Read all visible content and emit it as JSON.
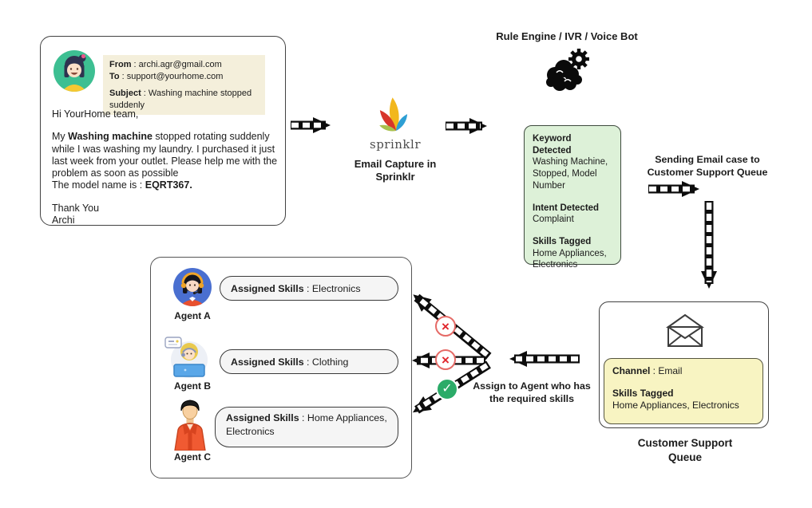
{
  "sep": " : ",
  "icons": {
    "x_badge": "×",
    "check_badge": "✓"
  },
  "colors": {
    "accent_red": "#e0262c",
    "accent_green": "#2bab68",
    "analysis_bg": "#ddf1d8",
    "queue_panel_bg": "#f8f4c2",
    "email_header_bg": "#f4efdb",
    "sprinklr_red": "#d7352b",
    "sprinklr_yellow": "#f2b71d",
    "sprinklr_green": "#a9c14e",
    "sprinklr_blue": "#2e9fd4"
  },
  "email_card": {
    "header": {
      "from_label": "From",
      "from_value": "archi.agr@gmail.com",
      "to_label": "To",
      "to_value": "support@yourhome.com",
      "subject_label": "Subject",
      "subject_value": "Washing machine stopped suddenly"
    },
    "body": {
      "greeting": "Hi YourHome team,",
      "p1_pre": "My ",
      "p1_bold": "Washing machine",
      "p1_post": " stopped rotating suddenly while I was washing my laundry. I purchased it just last week from your outlet. Please help me with the problem as soon as possible",
      "model_pre": "The model name is",
      "model_bold": "EQRT367.",
      "closing_1": "Thank You",
      "closing_2": "Archi"
    }
  },
  "sprinklr": {
    "wordmark": "sprinklr",
    "caption": "Email Capture in Sprinklr"
  },
  "rule_engine": {
    "title": "Rule Engine / IVR / Voice Bot"
  },
  "analysis_box": {
    "keyword_title": "Keyword Detected",
    "keyword_body": "Washing Machine, Stopped, Model Number",
    "intent_title": "Intent Detected",
    "intent_body": "Complaint",
    "skills_title": "Skills Tagged",
    "skills_body": "Home Appliances, Electronics"
  },
  "routing": {
    "label": "Sending Email case to Customer Support Queue"
  },
  "queue_card": {
    "channel_label": "Channel",
    "channel_value": "Email",
    "skills_label": "Skills Tagged",
    "skills_value": "Home Appliances, Electronics",
    "caption": "Customer Support Queue"
  },
  "agents": {
    "a": {
      "name": "Agent A",
      "skills_label": "Assigned Skills",
      "skills_value": "Electronics"
    },
    "b": {
      "name": "Agent B",
      "skills_label": "Assigned Skills",
      "skills_value": "Clothing"
    },
    "c": {
      "name": "Agent C",
      "skills_label": "Assigned Skills",
      "skills_value": "Home Appliances, Electronics"
    }
  },
  "assignment": {
    "label": "Assign to Agent who has the required skills"
  }
}
